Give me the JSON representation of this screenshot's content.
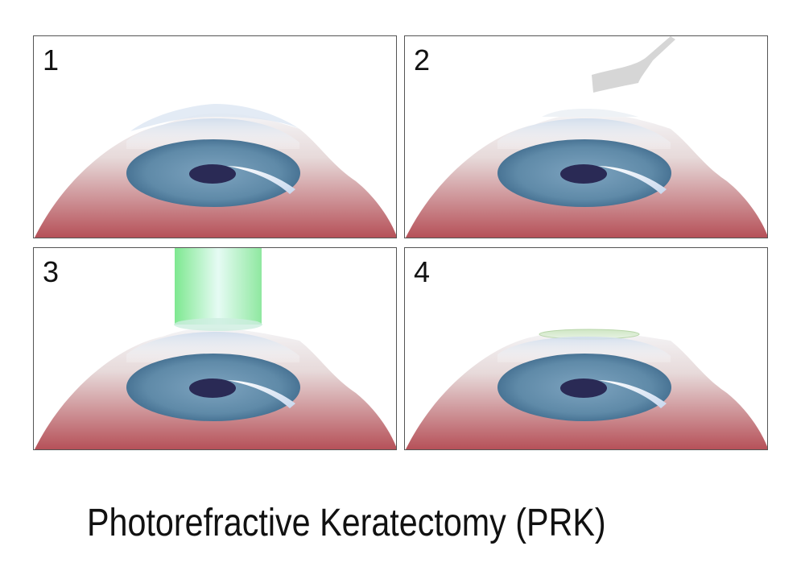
{
  "figure": {
    "title": "Photorefractive Keratectomy (PRK)",
    "panels": [
      {
        "number": "1",
        "step": "normal-cornea",
        "elements": [
          "eyeball",
          "iris",
          "pupil",
          "cornea",
          "epithelium"
        ]
      },
      {
        "number": "2",
        "step": "epithelium-removal",
        "elements": [
          "eyeball",
          "iris",
          "pupil",
          "cornea",
          "spatula-tool"
        ]
      },
      {
        "number": "3",
        "step": "laser-reshaping",
        "elements": [
          "eyeball",
          "iris",
          "pupil",
          "cornea",
          "laser-beam"
        ]
      },
      {
        "number": "4",
        "step": "bandage-lens",
        "elements": [
          "eyeball",
          "iris",
          "pupil",
          "cornea",
          "contact-lens"
        ]
      }
    ],
    "colors": {
      "sclera_red": "#b5525a",
      "iris_blue": "#5a86a6",
      "pupil": "#2a2a55",
      "laser_green": "#7fe89a",
      "tool_gray": "#d8d8d8",
      "border": "#555555"
    }
  }
}
